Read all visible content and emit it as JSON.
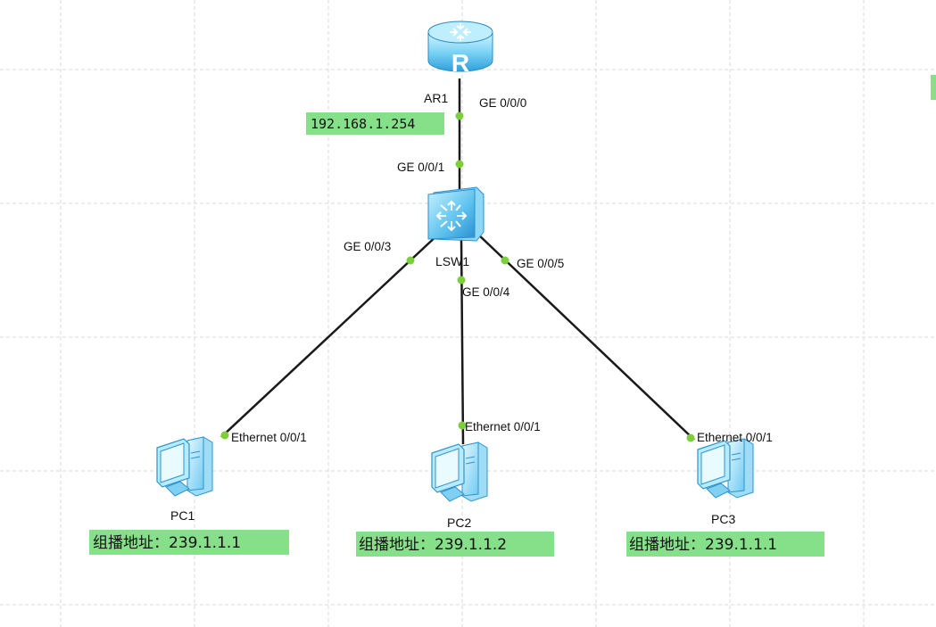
{
  "router": {
    "name": "AR1",
    "icon": "router-icon",
    "glyph": "R",
    "ip_note": "192.168.1.254"
  },
  "switch": {
    "name": "LSW1",
    "icon": "switch-icon"
  },
  "links": {
    "router_port": "GE 0/0/0",
    "switch_uplink_port": "GE 0/0/1",
    "switch_port_pc1": "GE 0/0/3",
    "switch_port_pc2": "GE 0/0/4",
    "switch_port_pc3": "GE 0/0/5"
  },
  "pcs": [
    {
      "name": "PC1",
      "icon": "pc-icon",
      "port": "Ethernet 0/0/1",
      "note": "组播地址：239.1.1.1"
    },
    {
      "name": "PC2",
      "icon": "pc-icon",
      "port": "Ethernet 0/0/1",
      "note": "组播地址：239.1.1.2"
    },
    {
      "name": "PC3",
      "icon": "pc-icon",
      "port": "Ethernet 0/0/1",
      "note": "组播地址：239.1.1.1"
    }
  ],
  "colors": {
    "link": "#1a1a1a",
    "port_dot": "#7ccf3a",
    "note_bg": "#86e08a",
    "device_light": "#bfefff",
    "device_dark": "#3aa7e0",
    "grid": "#d9d9d9"
  }
}
